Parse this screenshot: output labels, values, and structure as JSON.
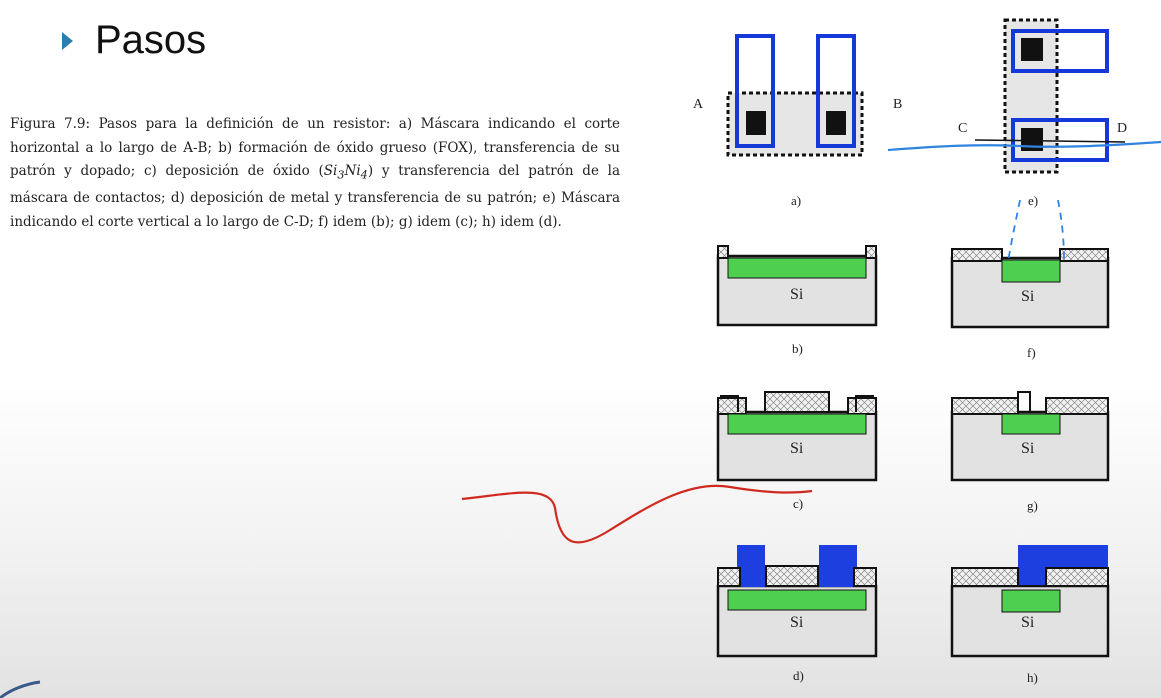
{
  "slide": {
    "title": "Pasos",
    "caption_lines": [
      "Figura 7.9: Pasos para la definición de un resistor: a) Máscara indicando",
      "el corte horizontal a lo largo de A-B; b) formación de óxido grueso (FOX),",
      "transferencia de su patrón y dopado; c) deposición de óxido ",
      " y",
      "transferencia del patrón de la máscara de contactos; d) deposición de metal",
      "y transferencia de su patrón; e) Máscara indicando el corte vertical a lo largo",
      "de C-D; f) idem (b); g) idem (c); h) idem (d)."
    ],
    "formula": {
      "a": "Si",
      "b": "3",
      "c": "Ni",
      "d": "4"
    }
  },
  "figure": {
    "labels": {
      "A": "A",
      "B": "B",
      "C": "C",
      "D": "D"
    },
    "panels": {
      "a": "a)",
      "b": "b)",
      "c": "c)",
      "d": "d)",
      "e": "e)",
      "f": "f)",
      "g": "g)",
      "h": "h)"
    },
    "substrate": "Si",
    "colors": {
      "mask": "#1538d8",
      "doped": "#4fcf4f",
      "metal": "#1d3fe0",
      "oxide_bg": "#e9e9e9",
      "substrate": "#e2e2e2",
      "annotation_blue": "#2f84e0",
      "annotation_red": "#d02a20"
    }
  }
}
